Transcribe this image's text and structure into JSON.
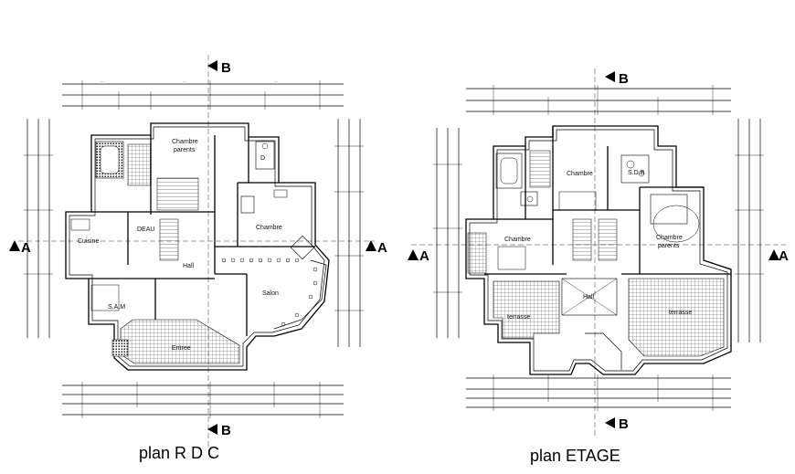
{
  "plans": {
    "rdc": {
      "title": "plan R D C",
      "rooms": [
        "Chambre\nparents",
        "D",
        "Chambre",
        "Cuisine",
        "DEAU",
        "Hall",
        "Salon",
        "S.A.M",
        "Entree"
      ]
    },
    "etage": {
      "title": "plan ETAGE",
      "rooms": [
        "Chambre",
        "S.D.B",
        "Chambre\nparents",
        "Chambre",
        "Hall",
        "terrasse",
        "terrasse"
      ]
    }
  },
  "section_markers": {
    "b": "B",
    "a": "A"
  }
}
